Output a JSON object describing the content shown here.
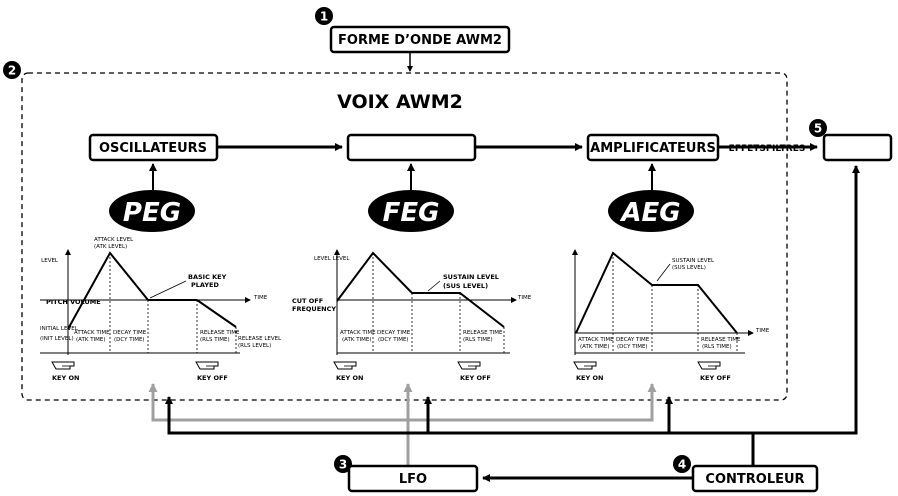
{
  "top": {
    "waveform_number": "1",
    "waveform_label": "FORME D’ONDE AWM2"
  },
  "voice": {
    "number": "2",
    "title": "VOIX AWM2",
    "oscillators_label": "OSCILLATEURS",
    "filter_label": "",
    "amplifiers_label": "AMPLIFICATEURS",
    "effects_label": "EFFETSFILTRES"
  },
  "out": {
    "number": "5",
    "label": ""
  },
  "eg": {
    "peg": "PEG",
    "feg": "FEG",
    "aeg": "AEG"
  },
  "peg_graph": {
    "level": "LEVEL",
    "attack_level": "ATTACK LEVEL",
    "attack_level_sub": "(ATK LEVEL)",
    "basic_key": "BASIC KEY",
    "played": "PLAYED",
    "pitch_volume": "PITCH VOLUME",
    "time": "TIME",
    "initial_level": "INITIAL LEVEL",
    "initial_level_sub": "(INIT LEVEL)",
    "attack_time": "ATTACK TIME",
    "attack_time_sub": "(ATK TIME)",
    "decay_time": "DECAY TIME",
    "decay_time_sub": "(DCY TIME)",
    "release_time": "RELEASE TIME",
    "release_time_sub": "(RLS TIME)",
    "release_level": "RELEASE LEVEL",
    "release_level_sub": "(RLS LEVEL)",
    "key_on": "KEY ON",
    "key_off": "KEY OFF"
  },
  "feg_graph": {
    "level": "LEVEL LEVEL",
    "sustain_level": "SUSTAIN LEVEL",
    "sustain_level_sub": "(SUS LEVEL)",
    "cutoff": "CUT OFF",
    "cutoff2": "FREQUENCY",
    "time": "TIME",
    "attack_time": "ATTACK TIME",
    "attack_time_sub": "(ATK TIME)",
    "decay_time": "DECAY TIME",
    "decay_time_sub": "(DCY TIME)",
    "release_time": "RELEASE TIME",
    "release_time_sub": "(RLS TIME)",
    "key_on": "KEY ON",
    "key_off": "KEY OFF"
  },
  "aeg_graph": {
    "sustain_level": "SUSTAIN LEVEL",
    "sustain_level_sub": "(SUS LEVEL)",
    "time": "TIME",
    "attack_time": "ATTACK TIME",
    "attack_time_sub": "(ATK TIME)",
    "decay_time": "DECAY TIME",
    "decay_time_sub": "(DCY TIME)",
    "release_time": "RELEASE TIME",
    "release_time_sub": "(RLS TIME)",
    "key_on": "KEY ON",
    "key_off": "KEY OFF"
  },
  "bottom": {
    "lfo_number": "3",
    "lfo_label": "LFO",
    "controller_number": "4",
    "controller_label": "CONTROLEUR"
  },
  "colors": {
    "line": "#000000",
    "gray_line": "#a0a0a0",
    "eg_fill": "#000000"
  }
}
